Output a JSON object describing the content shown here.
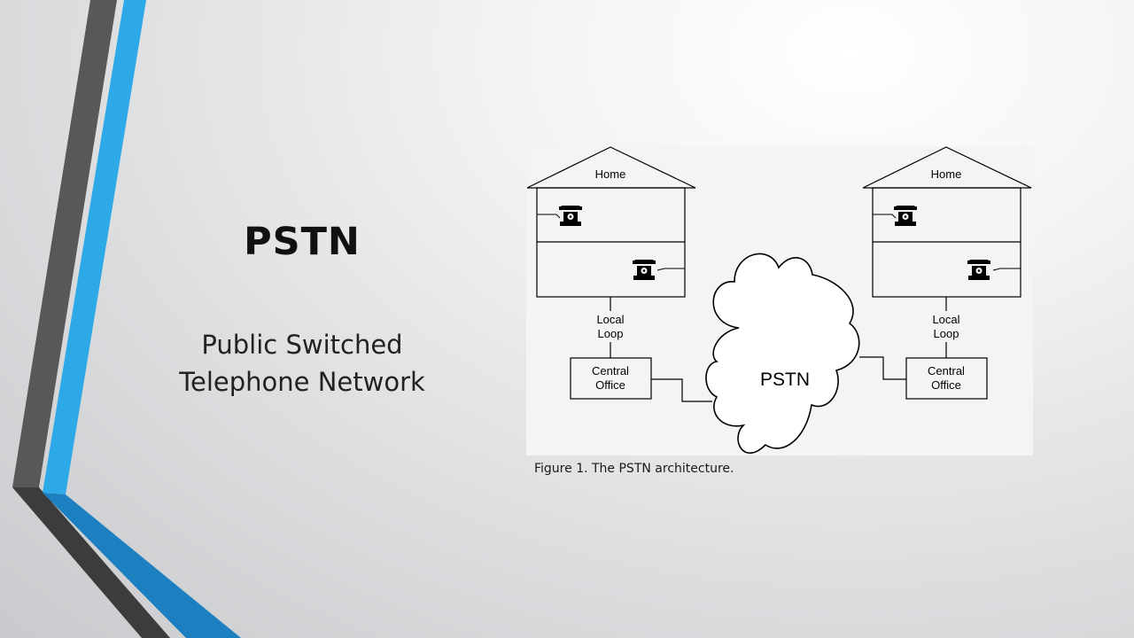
{
  "slide": {
    "title": "PSTN",
    "subtitle_lines": [
      "Public Switched",
      "Telephone Network"
    ],
    "caption": "Figure 1. The PSTN architecture."
  },
  "diagram": {
    "houses": [
      {
        "label": "Home",
        "loop_label_lines": [
          "Local",
          "Loop"
        ],
        "office_label_lines": [
          "Central",
          "Office"
        ]
      },
      {
        "label": "Home",
        "loop_label_lines": [
          "Local",
          "Loop"
        ],
        "office_label_lines": [
          "Central",
          "Office"
        ]
      }
    ],
    "network_label": "PSTN",
    "icons": [
      "telephone-icon",
      "telephone-icon",
      "telephone-icon",
      "telephone-icon"
    ]
  },
  "colors": {
    "accent_blue": "#2ea9e8",
    "accent_dark_blue": "#1b7fc0",
    "accent_gray": "#555555",
    "accent_dark": "#3a3a3a"
  }
}
